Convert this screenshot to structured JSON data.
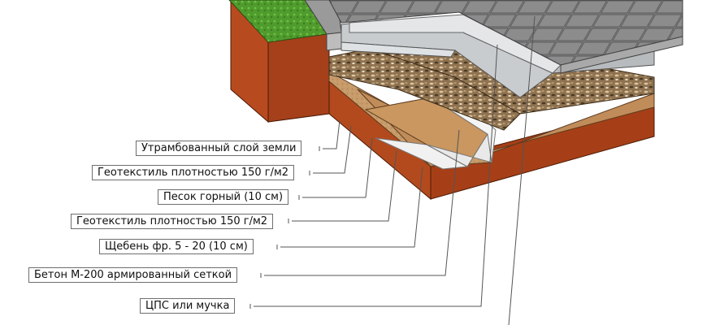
{
  "labels": [
    "Утрамбованный слой земли",
    "Геотекстиль плотностью 150 г/м2",
    "Песок горный (10 см)",
    "Геотекстиль плотностью 150 г/м2",
    "Щебень фр. 5 - 20 (10 см)",
    "Бетон М-200 армированный сеткой",
    "ЦПС или мучка"
  ],
  "colors": {
    "grass": "#4e9a2b",
    "soil": "#b5461c",
    "paver": "#7b7b7b",
    "concrete": "#c9cdd0",
    "gravel": "#8a6a44",
    "sand": "#c49a6c",
    "geotextile": "#f2f2f2",
    "line": "#555555"
  }
}
